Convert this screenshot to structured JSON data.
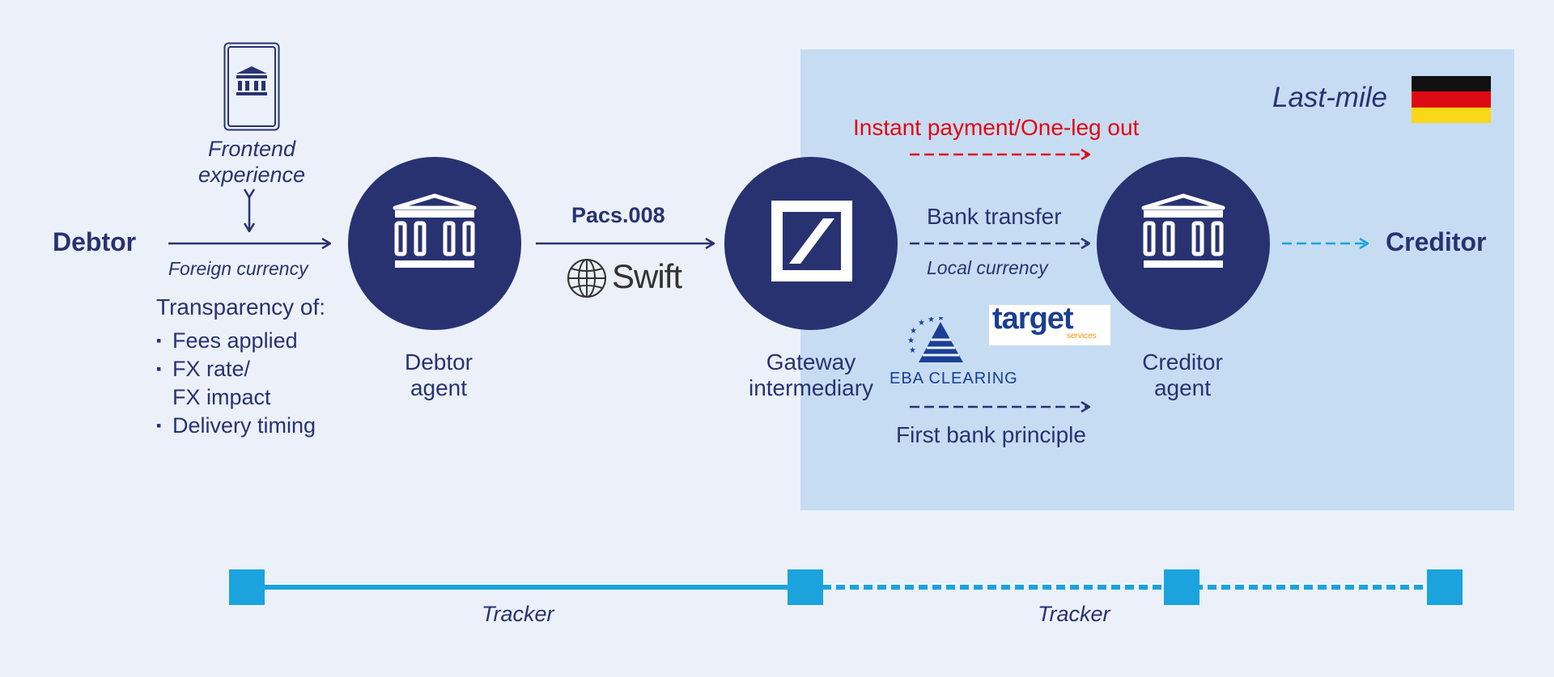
{
  "colors": {
    "navy": "#283271",
    "accent_red": "#e30613",
    "light_blue": "#1aa3dc",
    "last_mile_bg": "#c6dcf2",
    "page_bg": "#ecf1f9"
  },
  "debtor": {
    "label": "Debtor"
  },
  "frontend": {
    "line1": "Frontend",
    "line2": "experience",
    "icon": "bank-phone-icon"
  },
  "foreign_currency": "Foreign currency",
  "transparency": {
    "heading": "Transparency of:",
    "items": [
      "Fees applied",
      "FX rate/",
      "FX impact",
      "Delivery timing"
    ]
  },
  "debtor_agent": {
    "line1": "Debtor",
    "line2": "agent",
    "icon": "bank-icon"
  },
  "message": {
    "label": "Pacs.008",
    "network": "Swift"
  },
  "gateway": {
    "line1": "Gateway",
    "line2": "intermediary",
    "icon": "deutsche-bank-logo"
  },
  "last_mile": {
    "label": "Last-mile",
    "flag": "germany-flag"
  },
  "routes": {
    "instant": "Instant payment/One-leg out",
    "bank_transfer": "Bank transfer",
    "local_currency": "Local currency",
    "first_bank": "First bank principle"
  },
  "logos": {
    "eba": "EBA CLEARING",
    "target": "target",
    "target_sub": "services"
  },
  "creditor_agent": {
    "line1": "Creditor",
    "line2": "agent",
    "icon": "bank-icon"
  },
  "creditor": {
    "label": "Creditor"
  },
  "tracker": {
    "left": "Tracker",
    "right": "Tracker"
  }
}
